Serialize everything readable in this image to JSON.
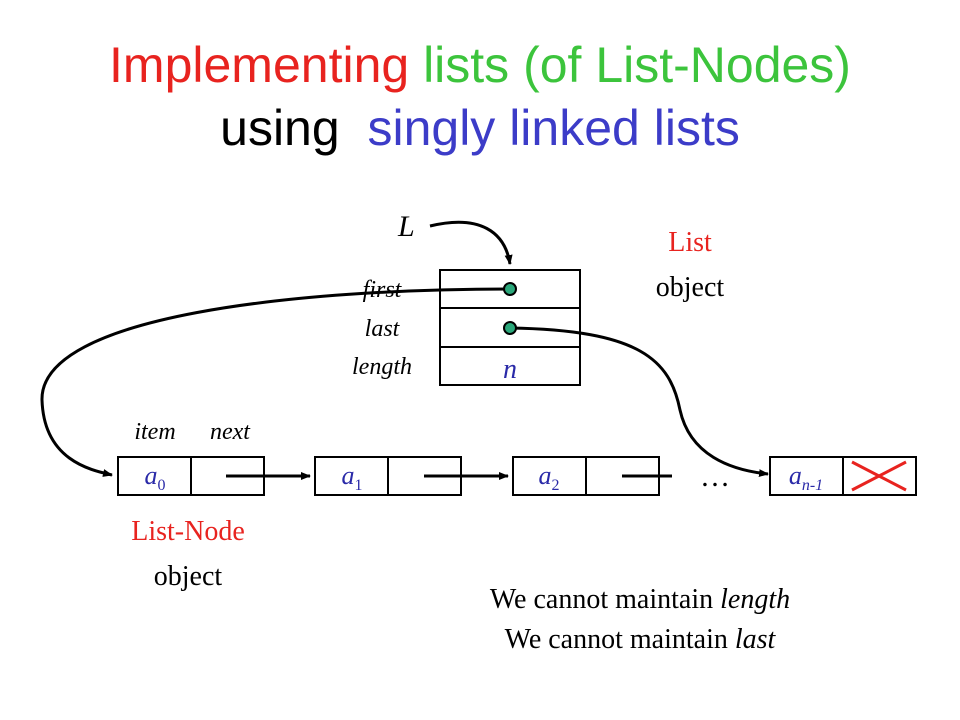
{
  "title": {
    "line1": [
      {
        "text": "Implementing ",
        "color": "#e8231f"
      },
      {
        "text": "lists (of List-Nodes)",
        "color": "#3cc43c"
      }
    ],
    "line2": [
      {
        "text": "using  ",
        "color": "#000000"
      },
      {
        "text": "singly linked lists",
        "color": "#3c3cc8"
      }
    ]
  },
  "colors": {
    "red": "#e8231f",
    "blue": "#2a2aa8",
    "pointer_dot": "#2aa77a",
    "line": "#000000"
  },
  "list_object": {
    "variable": "L",
    "caption_line1": "List",
    "caption_line2": "object",
    "fields": {
      "first": "first",
      "last": "last",
      "length": "length"
    },
    "length_value": "n"
  },
  "node_labels": {
    "item": "item",
    "next": "next"
  },
  "nodes": [
    {
      "base": "a",
      "sub": "0"
    },
    {
      "base": "a",
      "sub": "1"
    },
    {
      "base": "a",
      "sub": "2"
    },
    {
      "base": "a",
      "sub": "n-1"
    }
  ],
  "ellipsis": "…",
  "list_node": {
    "caption_line1": "List-Node",
    "caption_line2": "object"
  },
  "notes": [
    {
      "prefix": "We cannot maintain ",
      "emph": "length"
    },
    {
      "prefix": "We cannot maintain ",
      "emph": "last"
    }
  ]
}
